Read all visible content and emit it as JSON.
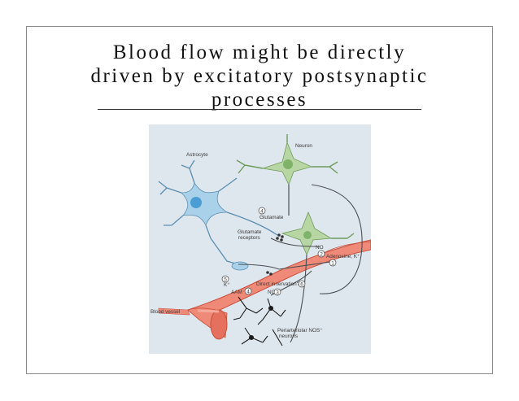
{
  "slide": {
    "title_lines": [
      "Blood flow might be directly",
      "driven by excitatory postsynaptic",
      "processes"
    ]
  },
  "figure": {
    "labels": {
      "neuron": "Neuron",
      "astrocyte": "Astrocyte",
      "glutamate": "Glutamate",
      "glutamate_receptors_1": "Glutamate",
      "glutamate_receptors_2": "receptors",
      "no": "NO",
      "adenosine": "Adenosine, K⁺",
      "direct_innervation": "Direct innervation?",
      "aam": "AAM",
      "k_plus": "K⁺",
      "no_lower": "NO",
      "blood_vessel": "Blood vessel",
      "nos_neurons_1": "Periarteriolar NOS⁺",
      "nos_neurons_2": "neurons"
    },
    "markers": {
      "m1": "1",
      "m2": "2",
      "m3": "3",
      "m4a": "4",
      "m4b": "4",
      "m5": "5",
      "m6": "6"
    },
    "colors": {
      "background": "#dfe7ee",
      "neuron_fill": "#b7d6a4",
      "neuron_nucleus": "#7fb36a",
      "astrocyte_fill": "#a9d1ea",
      "astrocyte_nucleus": "#4a9ed4",
      "vessel_fill": "#f08a78",
      "vessel_stroke": "#c94f3c",
      "line": "#4a4f52"
    }
  }
}
